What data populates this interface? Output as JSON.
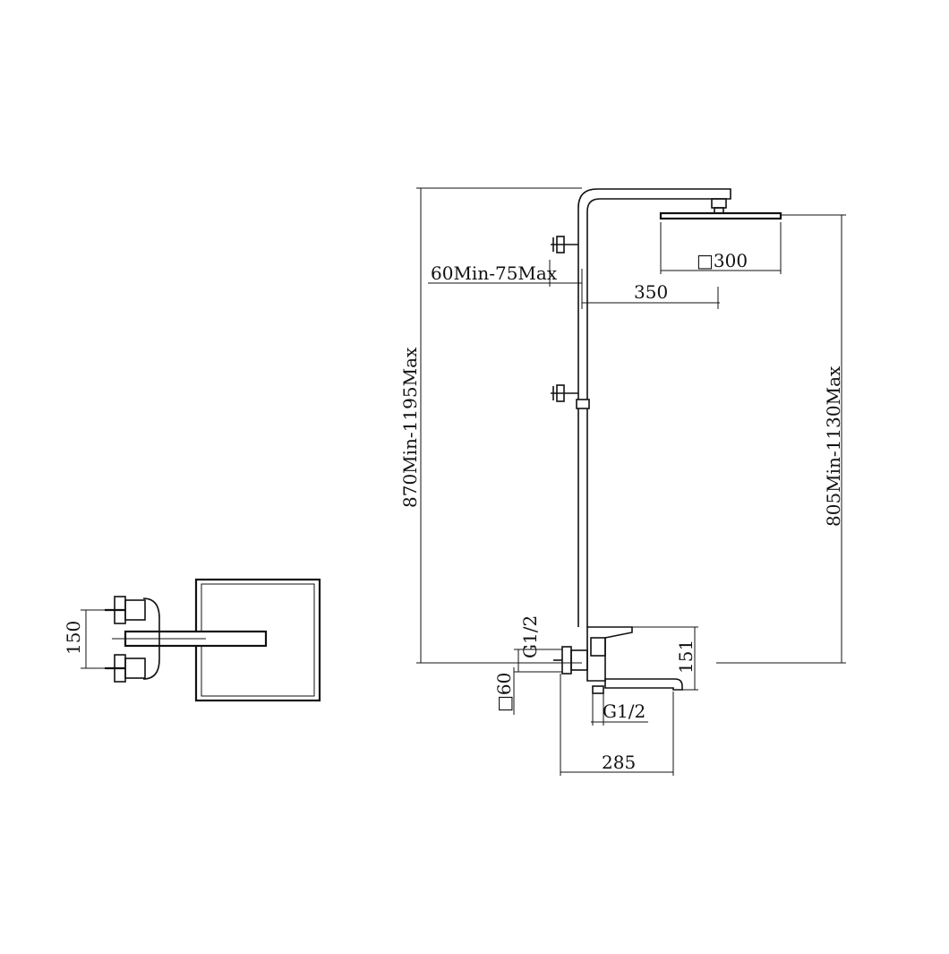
{
  "drawing": {
    "labels": {
      "total_height": "870Min-1195Max",
      "head_height": "805Min-1130Max",
      "arm_offset": "60Min-75Max",
      "arm_length": "350",
      "head_size": "□300",
      "mixer_height": "151",
      "inlet_thread": "G1/2",
      "outlet_thread": "G1/2",
      "inlet_square": "□60",
      "spout_length": "285",
      "inlet_spacing": "150"
    }
  }
}
